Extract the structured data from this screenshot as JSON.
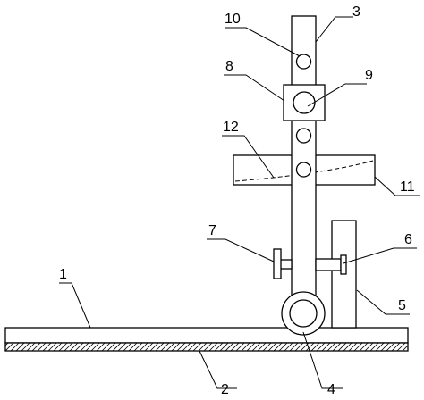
{
  "parts": {
    "base_plate": "1",
    "hatched_layer": "2",
    "vertical_rod": "3",
    "wheel": "4",
    "side_post": "5",
    "connector_block": "6",
    "handle_knob": "7",
    "slider_block": "8",
    "slider_hole": "9",
    "top_hole": "10",
    "horizontal_bar": "11",
    "dashed_curve": "12"
  }
}
